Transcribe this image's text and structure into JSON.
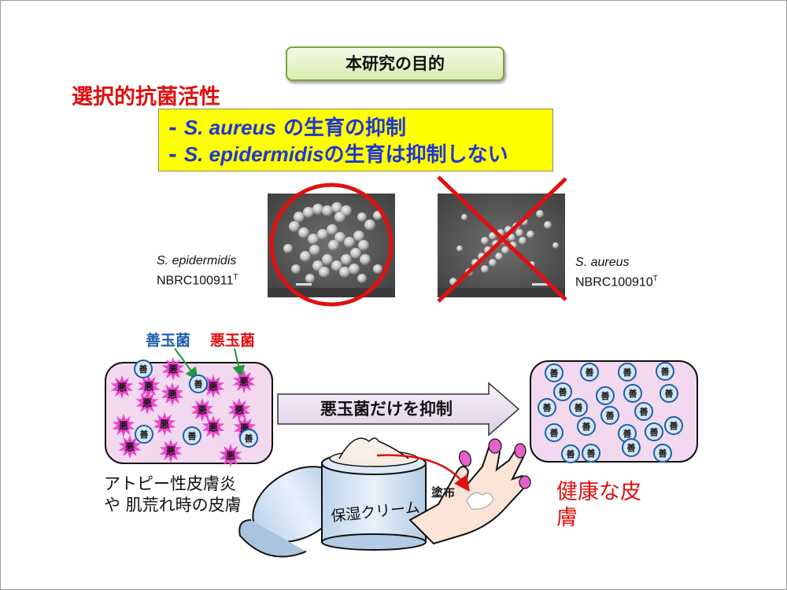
{
  "title": "本研究の目的",
  "heading": "選択的抗菌活性",
  "points": [
    {
      "italic": "S. aureus",
      "text": " の生育の抑制"
    },
    {
      "italic": "S. epidermidis",
      "text": "の生育は抑制しない"
    }
  ],
  "species_left": {
    "name": "S. epidermidis",
    "strain": "NBRC100911",
    "sup": "T"
  },
  "species_right": {
    "name": "S. aureus",
    "strain": "NBRC100910",
    "sup": "T"
  },
  "label_good": "善玉菌",
  "label_bad": "悪玉菌",
  "arrow_label": "悪玉菌だけを抑制",
  "caption_left": [
    "アトピー性皮膚炎",
    "や 肌荒れ時の皮膚"
  ],
  "caption_right": [
    "健康な皮",
    "膚"
  ],
  "apply_label": "塗布",
  "cream_label": "保湿クリーム",
  "good_glyph": "善",
  "bad_glyph": "悪",
  "colors": {
    "red": "#e01010",
    "blue": "#1f36d6",
    "good": "#1b5fa8",
    "yellow": "#ffff00",
    "panel": "#f2d9f0",
    "star": "#ee44cc"
  }
}
